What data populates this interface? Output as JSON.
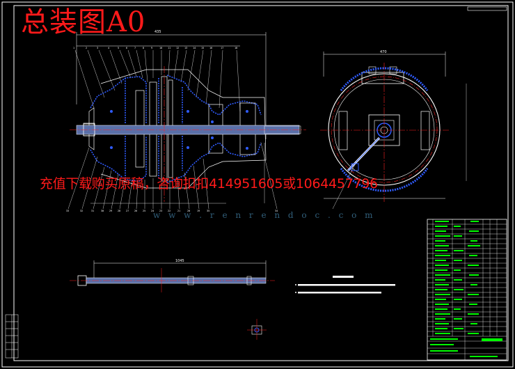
{
  "drawing": {
    "title": "总装图A0",
    "promo_text": "充值下载购买原稿，咨询扣扣414951605或1064457796",
    "watermark_url": "w w w . r e n r e n d o c . c o m"
  },
  "colors": {
    "background": "#000000",
    "frame": "#ffffff",
    "outline": "#ffffff",
    "hatch": "#2f5cff",
    "centerline": "#ff2020",
    "dimension": "#ffffff",
    "shaft_fill": "#5a6fa8",
    "title_block_text": "#00ff00",
    "label_red": "#ff1a1a",
    "watermark": "#3a6f8f"
  }
}
